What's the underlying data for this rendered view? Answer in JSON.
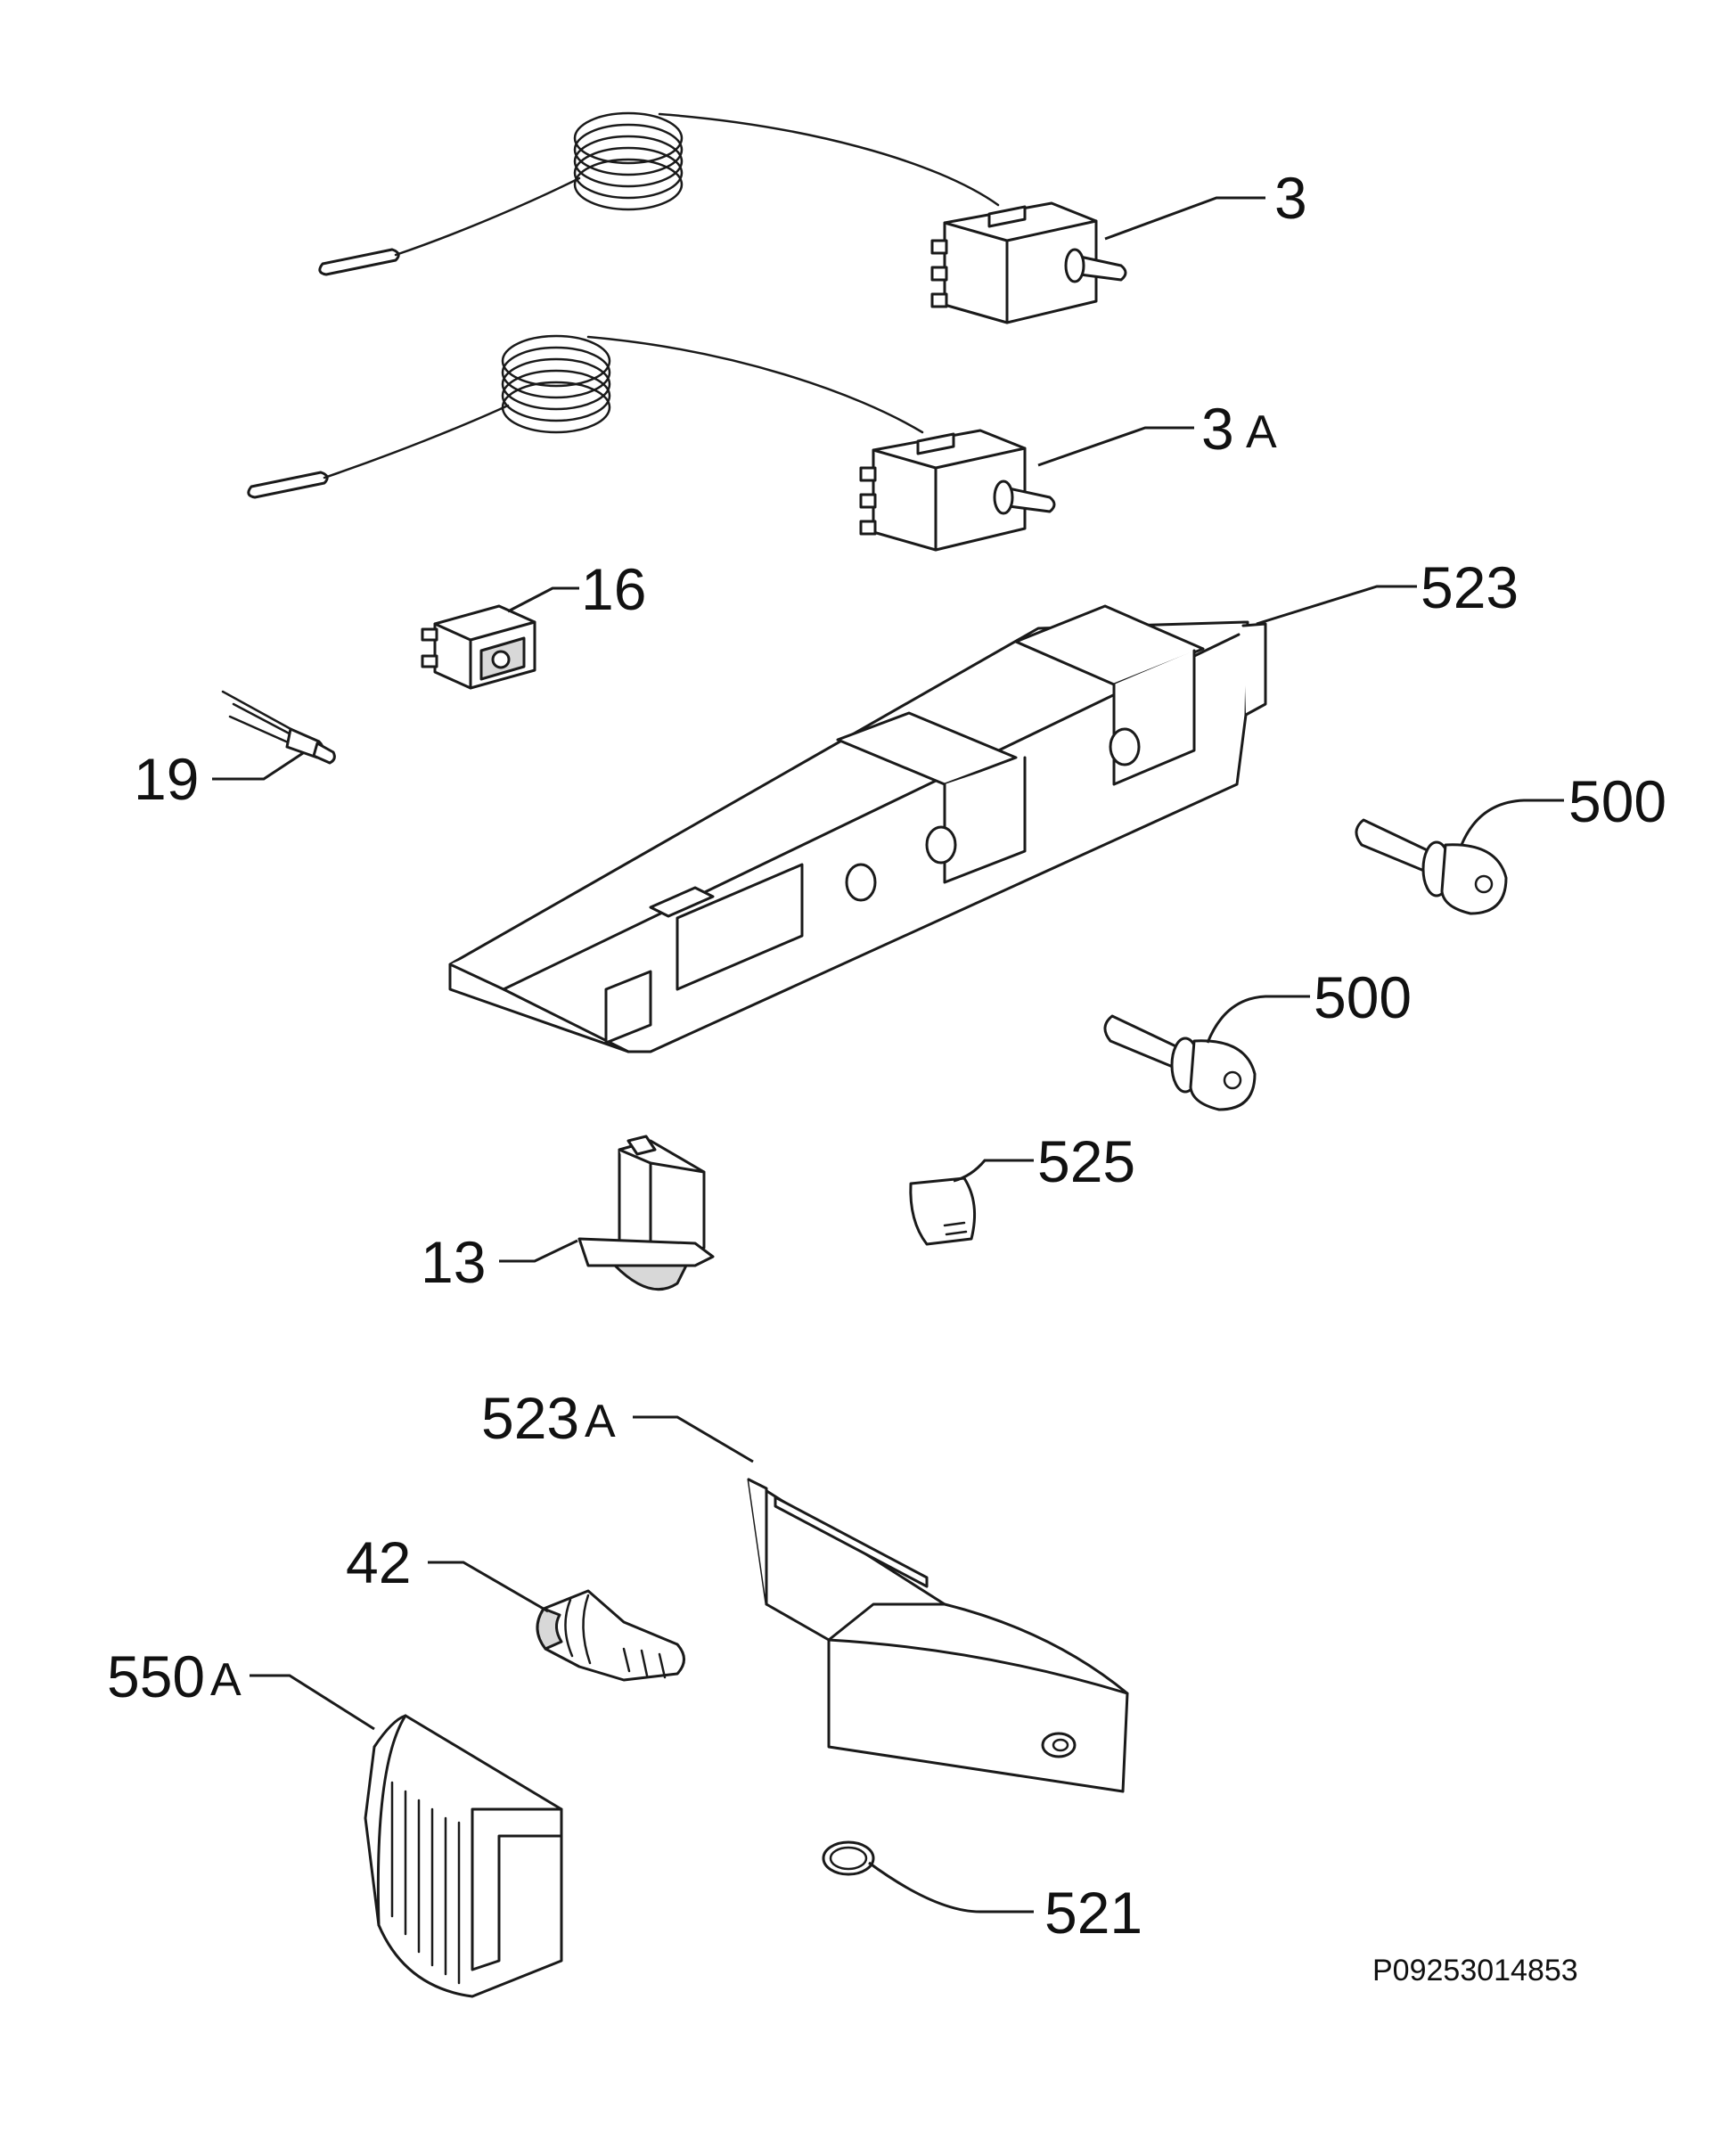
{
  "callouts": {
    "p3": "3",
    "p3a_num": "3",
    "p3a_suffix": "A",
    "p16": "16",
    "p19": "19",
    "p523": "523",
    "p500_upper": "500",
    "p500_lower": "500",
    "p525": "525",
    "p13": "13",
    "p523a_num": "523",
    "p523a_suffix": "A",
    "p42": "42",
    "p550a_num": "550",
    "p550a_suffix": "A",
    "p521": "521"
  },
  "reference_code": "P09253014853"
}
